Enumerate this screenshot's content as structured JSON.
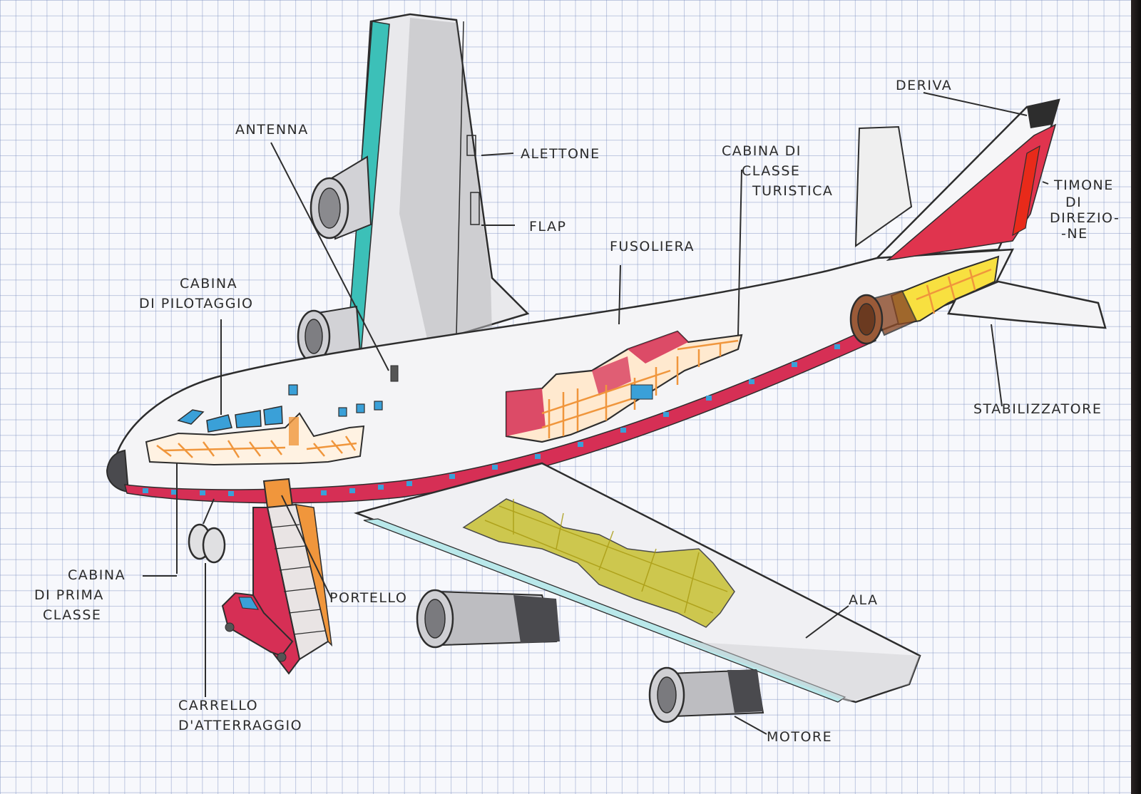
{
  "colors": {
    "paper": "#f7f8fc",
    "grid": "#8c9cc8",
    "pencil": "#2d2d2d",
    "stripe_red": "#d62f55",
    "window_blue": "#3aa0d8",
    "cabin_orange": "#f0963c",
    "tail_red": "#e0344e",
    "wing_fuel_olive": "#c8c032",
    "teal_edge": "#3cc0b8",
    "engine_yellow": "#f8e040"
  },
  "labels": {
    "antenna": "ANTENNA",
    "alettone": "ALETTONE",
    "flap": "FLAP",
    "cabina_pilotaggio_1": "CABINA",
    "cabina_pilotaggio_2": "DI PILOTAGGIO",
    "fusoliera": "FUSOLIERA",
    "cabina_turistica_1": "CABINA DI",
    "cabina_turistica_2": "CLASSE",
    "cabina_turistica_3": "TURISTICA",
    "deriva": "DERIVA",
    "timone_1": "TIMONE",
    "timone_2": "DI",
    "timone_3": "DIREZIO-",
    "timone_4": "-NE",
    "stabilizzatore": "STABILIZZATORE",
    "cabina_prima_1": "CABINA",
    "cabina_prima_2": "DI PRIMA",
    "cabina_prima_3": "CLASSE",
    "portello": "PORTELLO",
    "ala": "ALA",
    "carrello_1": "CARRELLO",
    "carrello_2": "D'ATTERRAGGIO",
    "motore": "MOTORE"
  }
}
